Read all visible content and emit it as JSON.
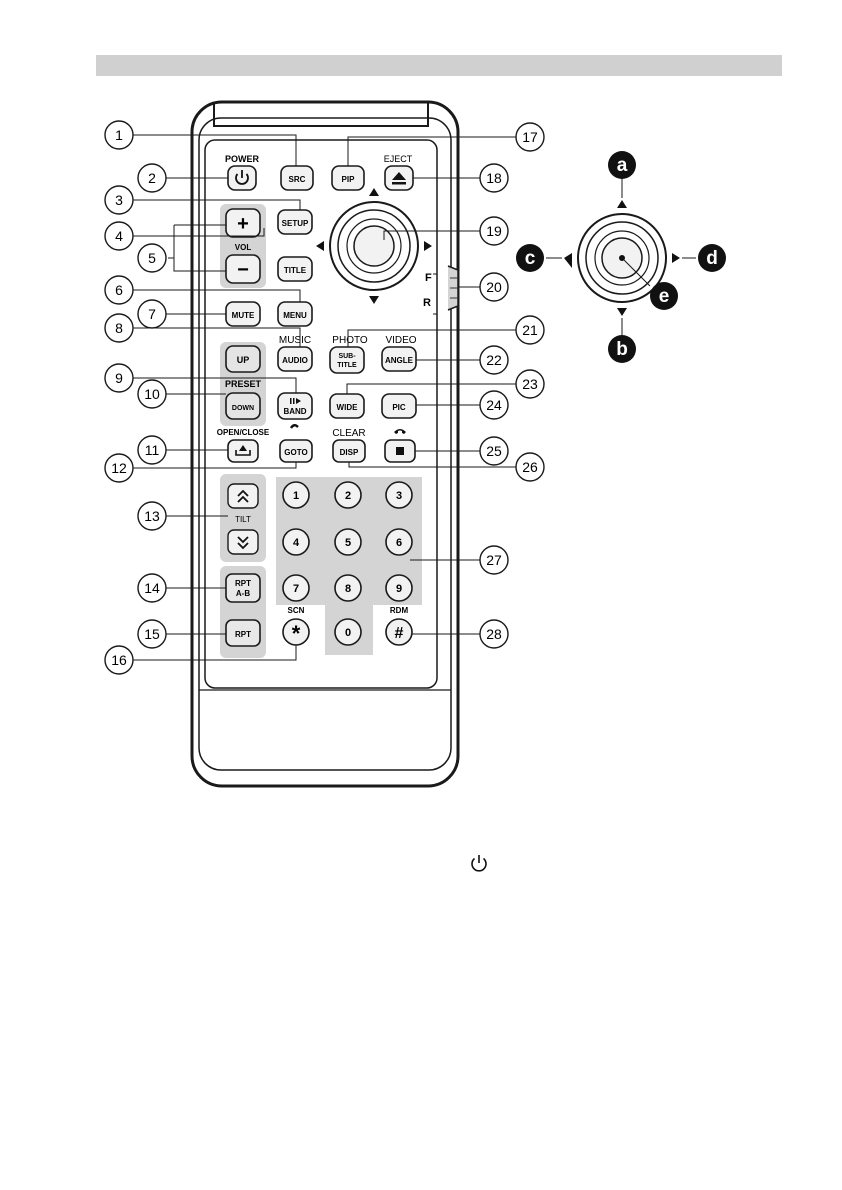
{
  "colors": {
    "rule_bar": "#d0d0d0",
    "remote_body": "#ffffff",
    "panel_gray": "#d4d4d4",
    "button_fill": "#f2f2f2",
    "outline": "#1a1a1a",
    "callout_dark": "#111111"
  },
  "remote": {
    "buttons": [
      {
        "id": "src",
        "label": "SRC",
        "above": ""
      },
      {
        "id": "power",
        "label": "",
        "above": "POWER",
        "icon": "power-icon"
      },
      {
        "id": "pip",
        "label": "PIP",
        "above": ""
      },
      {
        "id": "eject",
        "label": "",
        "above": "EJECT",
        "icon": "eject-icon"
      },
      {
        "id": "setup",
        "label": "SETUP",
        "above": ""
      },
      {
        "id": "vol-up",
        "label": "+",
        "above": ""
      },
      {
        "id": "vol-down",
        "label": "−",
        "above": "VOL"
      },
      {
        "id": "title",
        "label": "TITLE",
        "above": ""
      },
      {
        "id": "mute",
        "label": "MUTE",
        "above": ""
      },
      {
        "id": "menu",
        "label": "MENU",
        "above": ""
      },
      {
        "id": "up",
        "label": "UP",
        "above": ""
      },
      {
        "id": "audio",
        "label": "AUDIO",
        "above": "MUSIC"
      },
      {
        "id": "subtitle",
        "label": "SUB-TITLE",
        "above": "PHOTO"
      },
      {
        "id": "angle",
        "label": "ANGLE",
        "above": "VIDEO"
      },
      {
        "id": "down",
        "label": "DOWN",
        "above": "PRESET"
      },
      {
        "id": "band",
        "label": "BAND",
        "above": ""
      },
      {
        "id": "wide",
        "label": "WIDE",
        "above": ""
      },
      {
        "id": "pic",
        "label": "PIC",
        "above": ""
      },
      {
        "id": "openclose",
        "label": "",
        "above": "OPEN/CLOSE",
        "icon": "open-close-icon"
      },
      {
        "id": "goto",
        "label": "GOTO",
        "above": "",
        "icon": "phone-pickup-icon"
      },
      {
        "id": "disp",
        "label": "DISP",
        "above": "CLEAR"
      },
      {
        "id": "stop",
        "label": "",
        "above": "",
        "icon": "phone-hangup-icon"
      },
      {
        "id": "tilt-up",
        "label": "",
        "above": "",
        "icon": "chevron-double-up-icon"
      },
      {
        "id": "tilt-down",
        "label": "",
        "above": "TILT",
        "icon": "chevron-double-down-icon"
      },
      {
        "id": "rpt-ab",
        "label": "RPT A-B",
        "above": ""
      },
      {
        "id": "rpt",
        "label": "RPT",
        "above": ""
      },
      {
        "id": "star",
        "label": "*",
        "above": "SCN"
      },
      {
        "id": "hash",
        "label": "#",
        "above": "RDM"
      }
    ],
    "numbers": [
      "1",
      "2",
      "3",
      "4",
      "5",
      "6",
      "7",
      "8",
      "9",
      "0"
    ],
    "texts": {
      "power": "POWER",
      "eject": "EJECT",
      "vol": "VOL",
      "music": "MUSIC",
      "photo": "PHOTO",
      "video": "VIDEO",
      "preset": "PRESET",
      "openclose": "OPEN/CLOSE",
      "clear": "CLEAR",
      "tilt": "TILT",
      "scn": "SCN",
      "rdm": "RDM",
      "src": "SRC",
      "pip": "PIP",
      "setup": "SETUP",
      "title": "TITLE",
      "mute": "MUTE",
      "menu": "MENU",
      "up": "UP",
      "audio": "AUDIO",
      "sub": "SUB-",
      "title2": "TITLE",
      "angle": "ANGLE",
      "down": "DOWN",
      "band": "BAND",
      "wide": "WIDE",
      "pic": "PIC",
      "goto": "GOTO",
      "disp": "DISP",
      "rpt": "RPT",
      "ab": "A-B",
      "plus": "+",
      "minus": "−",
      "star": "*",
      "hash": "#",
      "f": "F",
      "r": "R"
    }
  },
  "callouts": [
    "1",
    "2",
    "3",
    "4",
    "5",
    "6",
    "7",
    "8",
    "9",
    "10",
    "11",
    "12",
    "13",
    "14",
    "15",
    "16",
    "17",
    "18",
    "19",
    "20",
    "21",
    "22",
    "23",
    "24",
    "25",
    "26",
    "27",
    "28"
  ],
  "joystick_labels": [
    "a",
    "b",
    "c",
    "d",
    "e"
  ]
}
